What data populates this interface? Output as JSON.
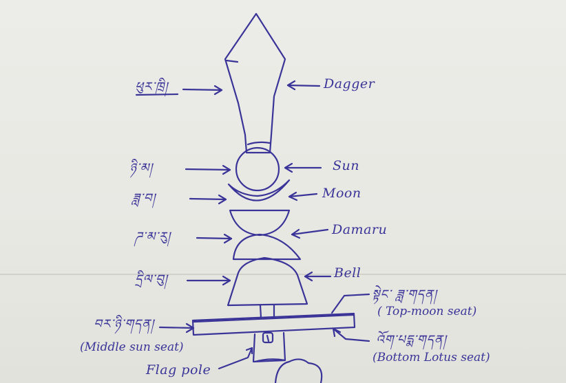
{
  "colors": {
    "ink": "#3a3498",
    "paper": "#e9e9e5"
  },
  "labels": {
    "dagger": "Dagger",
    "sun": "Sun",
    "moon": "Moon",
    "damaru": "Damaru",
    "bell": "Bell",
    "top_moon_seat": "( Top-moon seat)",
    "middle_sun_seat": "(Middle sun seat)",
    "bottom_lotus_seat": "(Bottom Lotus seat)",
    "flag_pole": "Flag pole"
  },
  "tibetan_labels": {
    "dagger": "ཕུར་ཁྲི།",
    "sun": "ཉི་མ།",
    "moon": "ཟླ་བ།",
    "damaru": "ཌ་མ་རུ།",
    "bell": "དྲིལ་བུ།",
    "top_moon_seat": "སྟེང་ ཟླ་གདན།",
    "middle_sun_seat": "བར་ཉི་གདན།",
    "bottom_lotus_seat": "འོག་པདྨ་གདན།"
  }
}
